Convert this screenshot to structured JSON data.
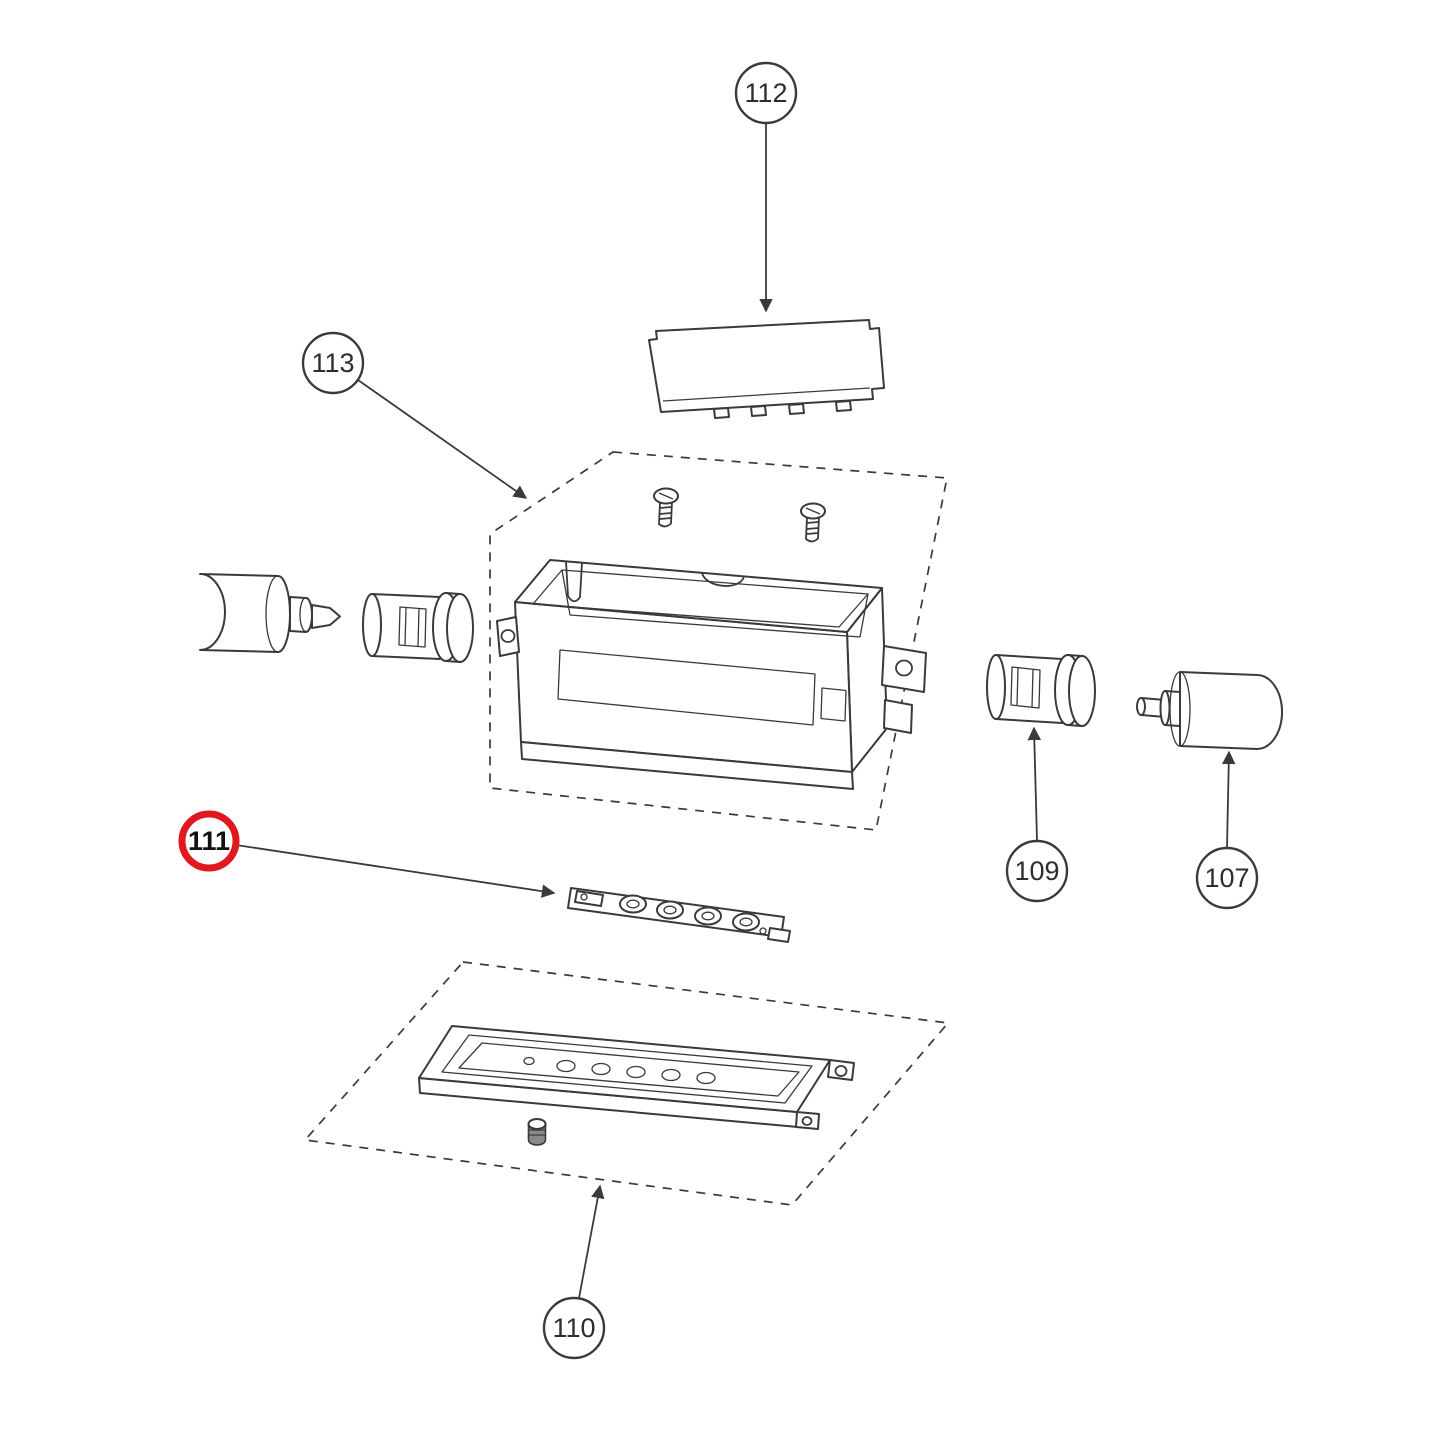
{
  "diagram": {
    "type": "exploded-parts-diagram",
    "background_color": "#ffffff",
    "line_color": "#3a3a3a",
    "highlight_color": "#e0181f",
    "callouts": [
      {
        "id": "112",
        "label": "112",
        "highlighted": false,
        "points_to": "top-cover-plate"
      },
      {
        "id": "113",
        "label": "113",
        "highlighted": false,
        "points_to": "housing-assembly-group"
      },
      {
        "id": "111",
        "label": "111",
        "highlighted": true,
        "points_to": "switch-contact-strip"
      },
      {
        "id": "109",
        "label": "109",
        "highlighted": false,
        "points_to": "inner-right-knob"
      },
      {
        "id": "107",
        "label": "107",
        "highlighted": false,
        "points_to": "outer-right-knob"
      },
      {
        "id": "110",
        "label": "110",
        "highlighted": false,
        "points_to": "base-tray-group"
      }
    ]
  }
}
